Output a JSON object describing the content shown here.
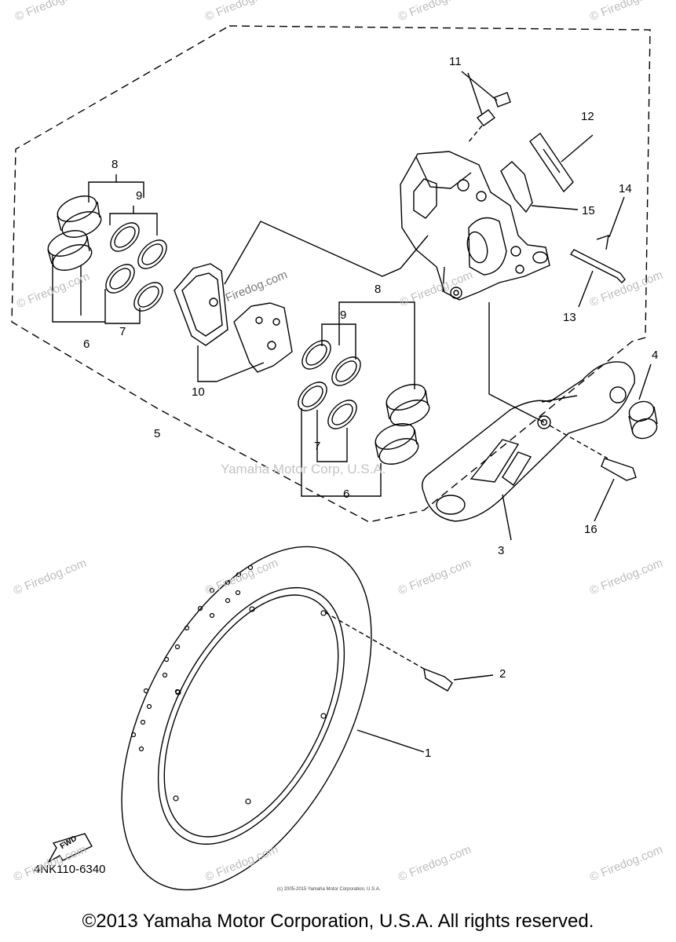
{
  "diagram": {
    "callouts": {
      "c1": "1",
      "c2": "2",
      "c3": "3",
      "c4": "4",
      "c5": "5",
      "c6a": "6",
      "c6b": "6",
      "c7a": "7",
      "c7b": "7",
      "c8a": "8",
      "c8b": "8",
      "c9a": "9",
      "c9b": "9",
      "c10": "10",
      "c11": "11",
      "c12": "12",
      "c13": "13",
      "c14": "14",
      "c15": "15",
      "c16": "16"
    },
    "arrow_label": "FWD",
    "part_code": "4NK110-6340"
  },
  "watermarks": {
    "center": "Yamaha Motor Corp, U.S.A.",
    "brand": "© Firedog.com",
    "inline": "Firedog.com"
  },
  "footer": {
    "small_print": "(c) 2005-2015 Yamaha Motor Corporation, U.S.A.",
    "copyright": "©2013 Yamaha Motor Corporation, U.S.A. All rights reserved."
  },
  "colors": {
    "ink": "#000000",
    "watermark": "#bdbdbd"
  }
}
